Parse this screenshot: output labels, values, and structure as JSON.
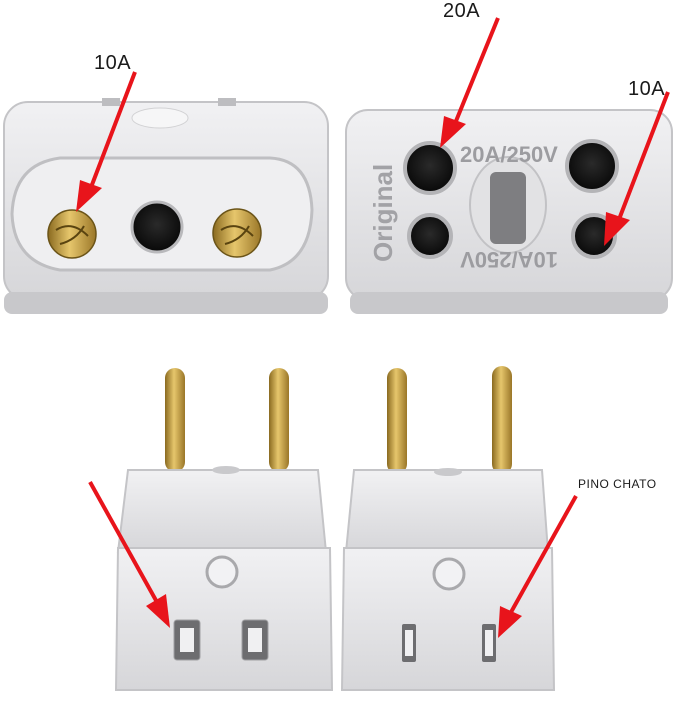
{
  "labels": {
    "left_top": "10A",
    "center_top": "20A",
    "right_top": "10A",
    "flat_pin": "PINO CHATO"
  },
  "socket_face": {
    "top_rating": "20A/250V",
    "bottom_rating": "10A/250V",
    "brand": "Original"
  },
  "colors": {
    "plastic": "#e9e9eb",
    "plastic_shadow": "#c9c9cc",
    "arrow": "#e8141b",
    "brass": "#c9a24a"
  }
}
